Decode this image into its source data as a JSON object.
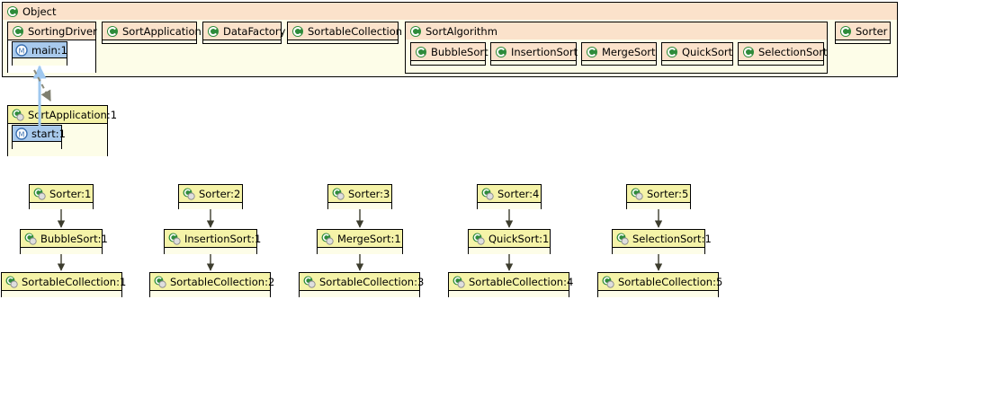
{
  "diagram": {
    "title": "Object",
    "root_container": {
      "label": "Object",
      "icon": "class-icon"
    },
    "classes": [
      {
        "label": "SortingDriver",
        "icon": "class-icon"
      },
      {
        "label": "SortApplication",
        "icon": "class-icon"
      },
      {
        "label": "DataFactory",
        "icon": "class-icon"
      },
      {
        "label": "SortableCollection",
        "icon": "class-icon"
      },
      {
        "label": "SortAlgorithm",
        "icon": "class-icon"
      },
      {
        "label": "Sorter",
        "icon": "class-icon"
      }
    ],
    "sort_algorithm_children": [
      {
        "label": "BubbleSort",
        "icon": "class-icon"
      },
      {
        "label": "InsertionSort",
        "icon": "class-icon"
      },
      {
        "label": "MergeSort",
        "icon": "class-icon"
      },
      {
        "label": "QuickSort",
        "icon": "class-icon"
      },
      {
        "label": "SelectionSort",
        "icon": "class-icon"
      }
    ],
    "members": {
      "main": {
        "label": "main:1",
        "icon": "method-icon",
        "selected": true
      },
      "start": {
        "label": "start:1",
        "icon": "method-icon",
        "selected": true
      }
    },
    "instances": {
      "sort_application": {
        "label": "SortApplication:1",
        "icon": "instance-icon"
      }
    },
    "columns": [
      {
        "sorter": {
          "label": "Sorter:1",
          "icon": "instance-icon"
        },
        "algorithm": {
          "label": "BubbleSort:1",
          "icon": "instance-icon"
        },
        "collection": {
          "label": "SortableCollection:1",
          "icon": "instance-icon"
        }
      },
      {
        "sorter": {
          "label": "Sorter:2",
          "icon": "instance-icon"
        },
        "algorithm": {
          "label": "InsertionSort:1",
          "icon": "instance-icon"
        },
        "collection": {
          "label": "SortableCollection:2",
          "icon": "instance-icon"
        }
      },
      {
        "sorter": {
          "label": "Sorter:3",
          "icon": "instance-icon"
        },
        "algorithm": {
          "label": "MergeSort:1",
          "icon": "instance-icon"
        },
        "collection": {
          "label": "SortableCollection:3",
          "icon": "instance-icon"
        }
      },
      {
        "sorter": {
          "label": "Sorter:4",
          "icon": "instance-icon"
        },
        "algorithm": {
          "label": "QuickSort:1",
          "icon": "instance-icon"
        },
        "collection": {
          "label": "SortableCollection:4",
          "icon": "instance-icon"
        }
      },
      {
        "sorter": {
          "label": "Sorter:5",
          "icon": "instance-icon"
        },
        "algorithm": {
          "label": "SelectionSort:1",
          "icon": "instance-icon"
        },
        "collection": {
          "label": "SortableCollection:5",
          "icon": "instance-icon"
        }
      }
    ],
    "colors": {
      "class_header": "#fbe2cb",
      "object_header": "#f5f3a8",
      "body": "#fdfde8",
      "selection": "#a8c9ec",
      "border": "#000000",
      "class_icon_green": "#2e8b3a",
      "method_icon_blue": "#3a6fb0",
      "instance_circle_gray": "#cfcfc4",
      "arrow_solid": "#3d3d2e",
      "arrow_dashed": "#8a8a7a",
      "highlight_line": "#9fc8ef",
      "canvas": "#ffffff"
    }
  }
}
